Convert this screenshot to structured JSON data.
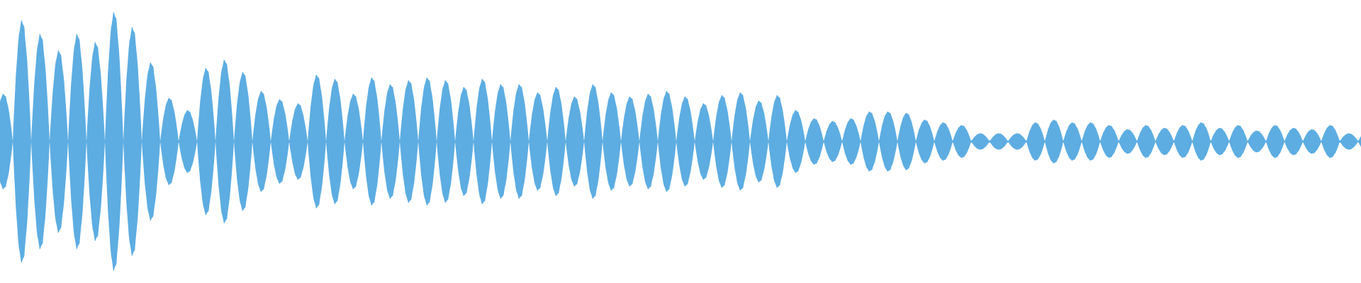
{
  "chart_data": {
    "type": "area",
    "title": "",
    "xlabel": "",
    "ylabel": "",
    "ylim": [
      -1,
      1
    ],
    "grid": false,
    "color": "#5dade2",
    "envelope_peaks": [
      0.35,
      0.89,
      0.79,
      0.67,
      0.79,
      0.73,
      0.95,
      0.84,
      0.58,
      0.32,
      0.23,
      0.54,
      0.6,
      0.51,
      0.37,
      0.31,
      0.28,
      0.49,
      0.46,
      0.35,
      0.47,
      0.42,
      0.45,
      0.47,
      0.45,
      0.4,
      0.46,
      0.42,
      0.42,
      0.36,
      0.4,
      0.33,
      0.42,
      0.36,
      0.33,
      0.35,
      0.37,
      0.33,
      0.28,
      0.34,
      0.36,
      0.3,
      0.34,
      0.23,
      0.17,
      0.15,
      0.17,
      0.22,
      0.22,
      0.21,
      0.16,
      0.14,
      0.12,
      0.06,
      0.06,
      0.06,
      0.14,
      0.16,
      0.14,
      0.14,
      0.12,
      0.09,
      0.12,
      0.1,
      0.12,
      0.14,
      0.1,
      0.12,
      0.08,
      0.12,
      0.1,
      0.09,
      0.12,
      0.06,
      0.08
    ]
  }
}
